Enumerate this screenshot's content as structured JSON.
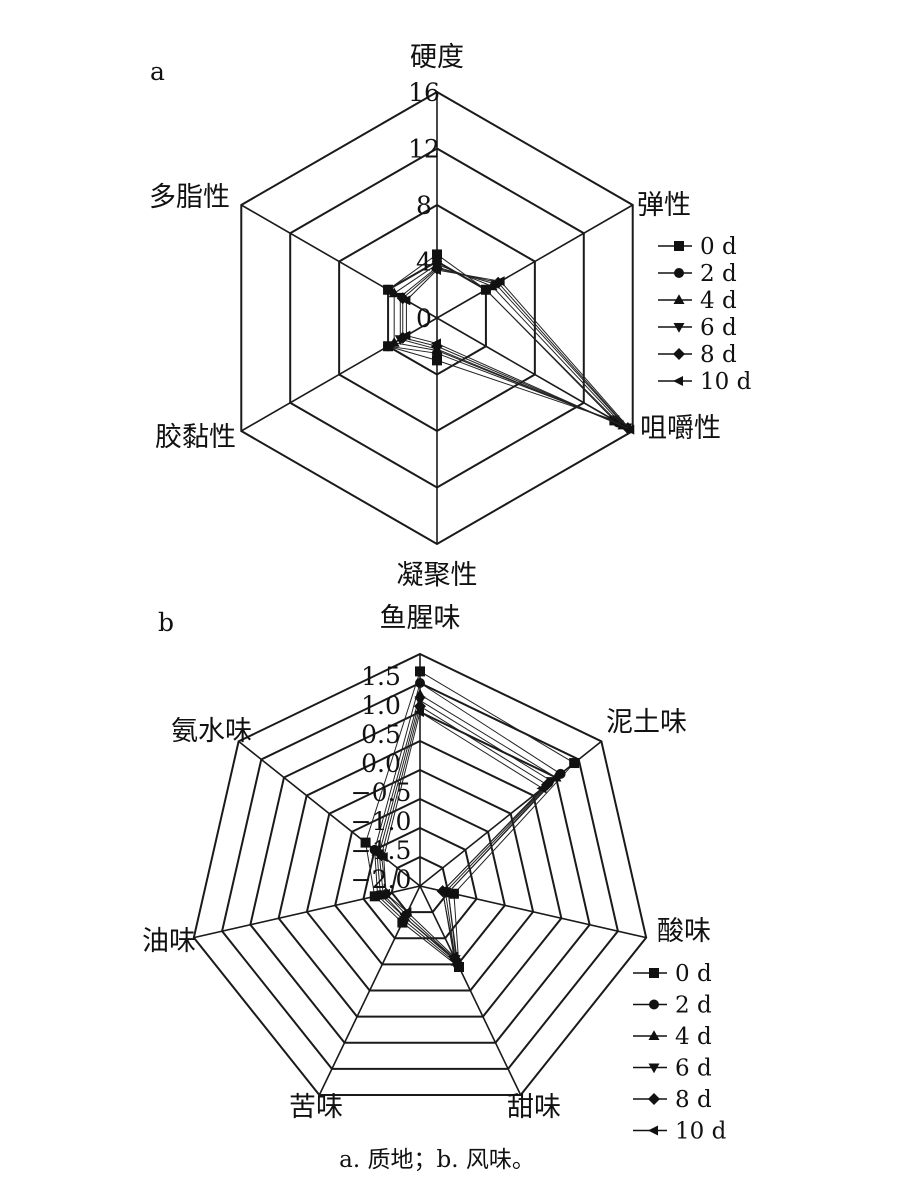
{
  "caption": "a. 质地；b. 风味。",
  "chart_data": [
    {
      "type": "radar",
      "panel": "a",
      "axes": [
        "硬度",
        "弹性",
        "咀嚼性",
        "凝聚性",
        "胶黏性",
        "多脂性"
      ],
      "ticks": [
        "0",
        "4",
        "8",
        "12",
        "16"
      ],
      "range": [
        0,
        16
      ],
      "series": [
        {
          "name": "0 d",
          "marker": "square",
          "values": [
            4.5,
            4.0,
            14.5,
            3.0,
            4.0,
            4.0
          ]
        },
        {
          "name": "2 d",
          "marker": "circle",
          "values": [
            4.0,
            4.0,
            14.8,
            2.5,
            4.0,
            4.0
          ]
        },
        {
          "name": "4 d",
          "marker": "triangle-up",
          "values": [
            3.8,
            4.5,
            15.2,
            2.3,
            3.5,
            3.5
          ]
        },
        {
          "name": "6 d",
          "marker": "triangle-down",
          "values": [
            3.6,
            4.8,
            15.5,
            2.2,
            3.0,
            3.0
          ]
        },
        {
          "name": "8 d",
          "marker": "diamond",
          "values": [
            3.5,
            5.0,
            15.6,
            2.0,
            2.8,
            2.8
          ]
        },
        {
          "name": "10 d",
          "marker": "left-arrow",
          "values": [
            3.4,
            5.2,
            15.8,
            1.8,
            2.5,
            2.5
          ]
        }
      ]
    },
    {
      "type": "radar",
      "panel": "b",
      "axes": [
        "鱼腥味",
        "泥土味",
        "酸味",
        "甜味",
        "苦味",
        "油味",
        "氨水味"
      ],
      "ticks": [
        "−2.0",
        "−1.5",
        "−1.0",
        "−0.5",
        "0.0",
        "0.5",
        "1.0",
        "1.5"
      ],
      "range": [
        -2.5,
        1.5
      ],
      "series": [
        {
          "name": "0 d",
          "marker": "square",
          "values": [
            1.2,
            0.9,
            -1.9,
            -0.95,
            -1.8,
            -1.7,
            -1.3
          ]
        },
        {
          "name": "2 d",
          "marker": "circle",
          "values": [
            1.0,
            0.6,
            -2.0,
            -1.0,
            -1.85,
            -1.75,
            -1.5
          ]
        },
        {
          "name": "4 d",
          "marker": "triangle-up",
          "values": [
            0.8,
            0.5,
            -2.0,
            -1.05,
            -1.9,
            -1.8,
            -1.55
          ]
        },
        {
          "name": "6 d",
          "marker": "triangle-down",
          "values": [
            0.7,
            0.4,
            -2.05,
            -1.1,
            -1.9,
            -1.85,
            -1.6
          ]
        },
        {
          "name": "8 d",
          "marker": "diamond",
          "values": [
            0.6,
            0.3,
            -2.1,
            -1.1,
            -1.95,
            -1.9,
            -1.65
          ]
        },
        {
          "name": "10 d",
          "marker": "left-arrow",
          "values": [
            0.5,
            0.2,
            -2.1,
            -1.15,
            -2.0,
            -1.9,
            -1.7
          ]
        }
      ]
    }
  ]
}
